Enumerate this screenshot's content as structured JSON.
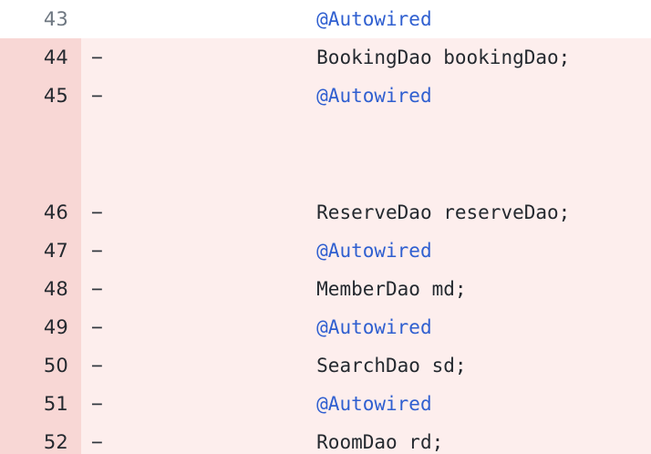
{
  "view": {
    "kind": "unified-diff",
    "language": "java",
    "colors": {
      "context_bg": "#ffffff",
      "deletion_code_bg": "#fdeeed",
      "deletion_gutter_bg": "#f8d7d5",
      "line_number_context": "#6e7781",
      "line_number_deletion": "#24292f",
      "code_text": "#24292f",
      "annotation_token": "#2f5fd0",
      "marker_text": "#32383f"
    }
  },
  "rows": [
    {
      "line_number": "43",
      "marker": "",
      "type": "context",
      "height": "standard",
      "tokens": [
        {
          "text": "        ",
          "kind": "plain"
        },
        {
          "text": "@Autowired",
          "kind": "annotation"
        }
      ]
    },
    {
      "line_number": "44",
      "marker": "−",
      "type": "deletion",
      "height": "standard",
      "tokens": [
        {
          "text": "        ",
          "kind": "plain"
        },
        {
          "text": "BookingDao bookingDao;",
          "kind": "plain"
        }
      ]
    },
    {
      "line_number": "45",
      "marker": "−",
      "type": "deletion",
      "height": "tall-bottom-gap",
      "tokens": [
        {
          "text": "        ",
          "kind": "plain"
        },
        {
          "text": "@Autowired",
          "kind": "annotation"
        }
      ]
    },
    {
      "line_number": "46",
      "marker": "−",
      "type": "deletion",
      "height": "tall-top-gap",
      "tokens": [
        {
          "text": "        ",
          "kind": "plain"
        },
        {
          "text": "ReserveDao reserveDao;",
          "kind": "plain"
        }
      ]
    },
    {
      "line_number": "47",
      "marker": "−",
      "type": "deletion",
      "height": "standard",
      "tokens": [
        {
          "text": "        ",
          "kind": "plain"
        },
        {
          "text": "@Autowired",
          "kind": "annotation"
        }
      ]
    },
    {
      "line_number": "48",
      "marker": "−",
      "type": "deletion",
      "height": "standard",
      "tokens": [
        {
          "text": "        ",
          "kind": "plain"
        },
        {
          "text": "MemberDao md;",
          "kind": "plain"
        }
      ]
    },
    {
      "line_number": "49",
      "marker": "−",
      "type": "deletion",
      "height": "standard",
      "tokens": [
        {
          "text": "        ",
          "kind": "plain"
        },
        {
          "text": "@Autowired",
          "kind": "annotation"
        }
      ]
    },
    {
      "line_number": "50",
      "marker": "−",
      "type": "deletion",
      "height": "standard",
      "tokens": [
        {
          "text": "        ",
          "kind": "plain"
        },
        {
          "text": "SearchDao sd;",
          "kind": "plain"
        }
      ]
    },
    {
      "line_number": "51",
      "marker": "−",
      "type": "deletion",
      "height": "standard",
      "tokens": [
        {
          "text": "        ",
          "kind": "plain"
        },
        {
          "text": "@Autowired",
          "kind": "annotation"
        }
      ]
    },
    {
      "line_number": "52",
      "marker": "−",
      "type": "deletion",
      "height": "standard",
      "tokens": [
        {
          "text": "        ",
          "kind": "plain"
        },
        {
          "text": "RoomDao rd;",
          "kind": "plain"
        }
      ]
    }
  ]
}
